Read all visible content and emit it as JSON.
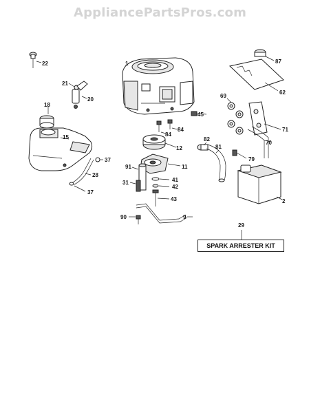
{
  "watermark": "AppliancePartsPros.com",
  "kit_label": "SPARK ARRESTER KIT",
  "callouts": {
    "p1": "1",
    "p2": "2",
    "p9": "9",
    "p11": "11",
    "p12": "12",
    "p15": "15",
    "p18": "18",
    "p20": "20",
    "p21": "21",
    "p22": "22",
    "p28": "28",
    "p29": "29",
    "p31": "31",
    "p37a": "37",
    "p37b": "37",
    "p41": "41",
    "p42": "42",
    "p43": "43",
    "p45": "45",
    "p62": "62",
    "p69": "69",
    "p70": "70",
    "p71": "71",
    "p79": "79",
    "p81": "81",
    "p82": "82",
    "p84a": "84",
    "p84b": "84",
    "p87": "87",
    "p90": "90",
    "p91": "91"
  }
}
